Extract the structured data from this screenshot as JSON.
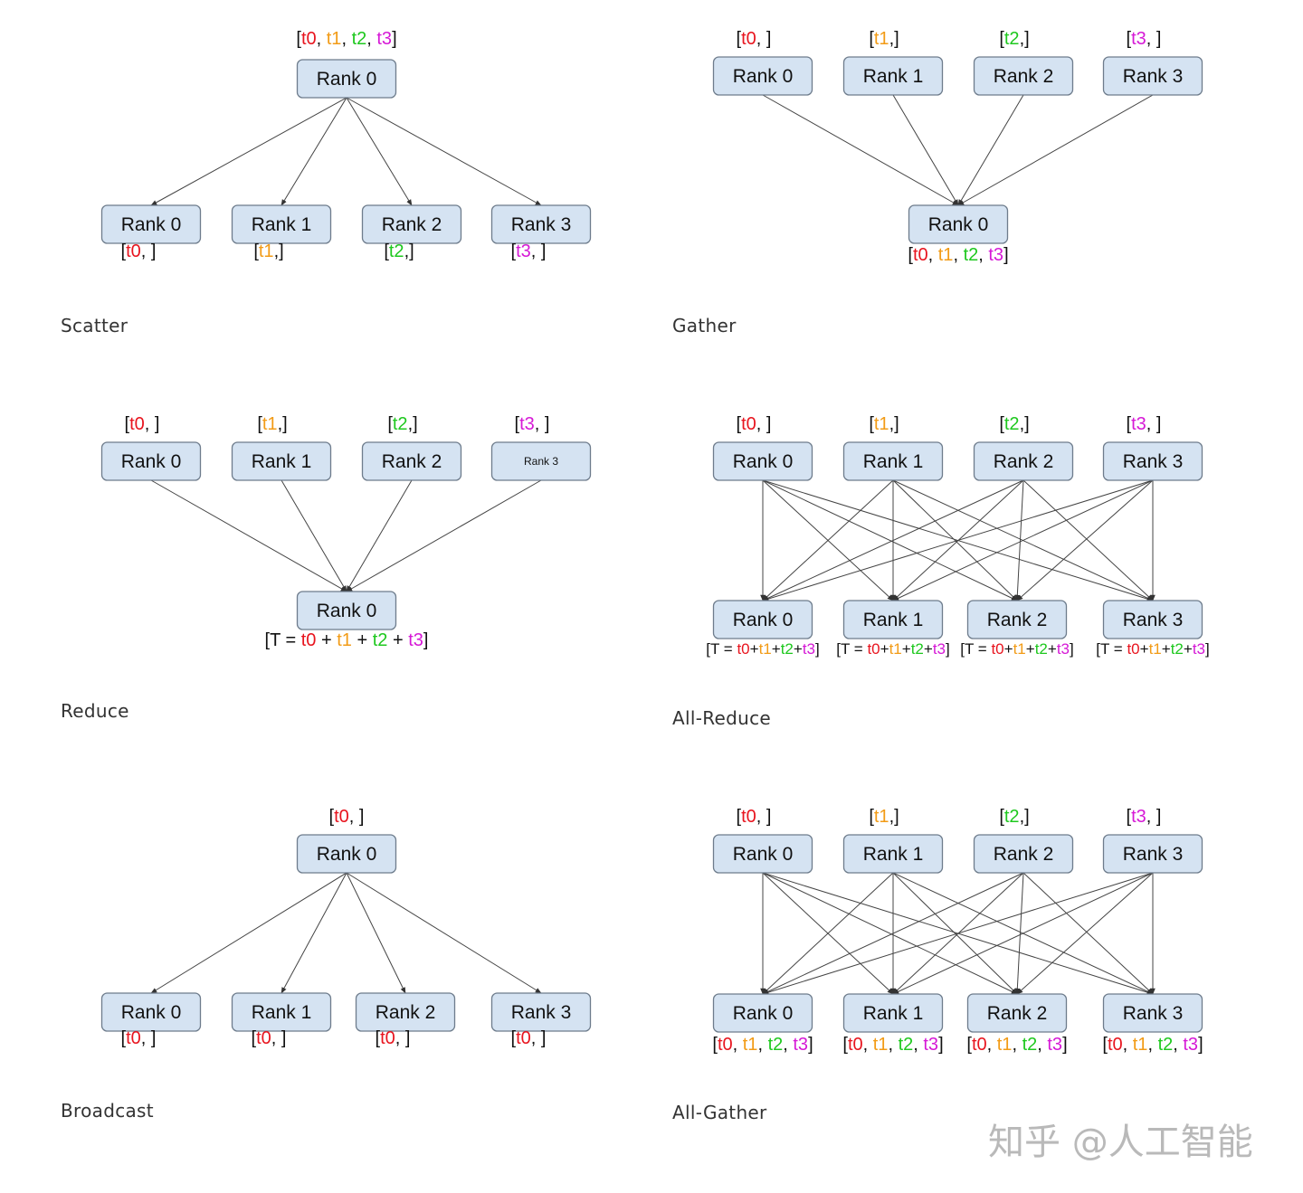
{
  "watermark": "知乎 @人工智能",
  "colors": {
    "t0": "#e8141e",
    "t1": "#f29b16",
    "t2": "#1ec81e",
    "t3": "#d618d6",
    "bracket": "#111111",
    "node_fill": "#d5e3f2",
    "node_stroke": "#6e7c8c",
    "edge": "#444444"
  },
  "diagrams": {
    "scatter": {
      "caption": "Scatter",
      "top": [
        {
          "label": "Rank 0",
          "tensor": [
            [
              "[",
              "b"
            ],
            [
              "t0",
              "t0"
            ],
            [
              ", ",
              "b"
            ],
            [
              "t1",
              "t1"
            ],
            [
              ", ",
              "b"
            ],
            [
              "t2",
              "t2"
            ],
            [
              ", ",
              "b"
            ],
            [
              "t3",
              "t3"
            ],
            [
              "]",
              "b"
            ]
          ]
        }
      ],
      "bottom": [
        {
          "label": "Rank 0",
          "tensor": [
            [
              "[",
              "b"
            ],
            [
              "t0",
              "t0"
            ],
            [
              ", ]",
              "b"
            ]
          ]
        },
        {
          "label": "Rank 1",
          "tensor": [
            [
              "[",
              "b"
            ],
            [
              "t1",
              "t1"
            ],
            [
              ",]",
              "b"
            ]
          ]
        },
        {
          "label": "Rank 2",
          "tensor": [
            [
              "[",
              "b"
            ],
            [
              "t2",
              "t2"
            ],
            [
              ",]",
              "b"
            ]
          ]
        },
        {
          "label": "Rank 3",
          "tensor": [
            [
              "[",
              "b"
            ],
            [
              "t3",
              "t3"
            ],
            [
              ", ]",
              "b"
            ]
          ]
        }
      ]
    },
    "gather": {
      "caption": "Gather",
      "top": [
        {
          "label": "Rank 0",
          "tensor": [
            [
              "[",
              "b"
            ],
            [
              "t0",
              "t0"
            ],
            [
              ", ]",
              "b"
            ]
          ]
        },
        {
          "label": "Rank 1",
          "tensor": [
            [
              "[",
              "b"
            ],
            [
              "t1",
              "t1"
            ],
            [
              ",]",
              "b"
            ]
          ]
        },
        {
          "label": "Rank 2",
          "tensor": [
            [
              "[",
              "b"
            ],
            [
              "t2",
              "t2"
            ],
            [
              ",]",
              "b"
            ]
          ]
        },
        {
          "label": "Rank 3",
          "tensor": [
            [
              "[",
              "b"
            ],
            [
              "t3",
              "t3"
            ],
            [
              ", ]",
              "b"
            ]
          ]
        }
      ],
      "bottom": [
        {
          "label": "Rank 0",
          "tensor": [
            [
              "[",
              "b"
            ],
            [
              "t0",
              "t0"
            ],
            [
              ", ",
              "b"
            ],
            [
              "t1",
              "t1"
            ],
            [
              ", ",
              "b"
            ],
            [
              "t2",
              "t2"
            ],
            [
              ", ",
              "b"
            ],
            [
              "t3",
              "t3"
            ],
            [
              "]",
              "b"
            ]
          ]
        }
      ]
    },
    "reduce": {
      "caption": "Reduce",
      "top": [
        {
          "label": "Rank 0",
          "tensor": [
            [
              "[",
              "b"
            ],
            [
              "t0",
              "t0"
            ],
            [
              ", ]",
              "b"
            ]
          ]
        },
        {
          "label": "Rank 1",
          "tensor": [
            [
              "[",
              "b"
            ],
            [
              "t1",
              "t1"
            ],
            [
              ",]",
              "b"
            ]
          ]
        },
        {
          "label": "Rank 2",
          "tensor": [
            [
              "[",
              "b"
            ],
            [
              "t2",
              "t2"
            ],
            [
              ",]",
              "b"
            ]
          ]
        },
        {
          "label": "Rank 3",
          "tensor": [
            [
              "[",
              "b"
            ],
            [
              "t3",
              "t3"
            ],
            [
              ", ]",
              "b"
            ]
          ]
        }
      ],
      "bottom": [
        {
          "label": "Rank 0",
          "tensor": [
            [
              "[T = ",
              "b"
            ],
            [
              "t0",
              "t0"
            ],
            [
              " + ",
              "b"
            ],
            [
              "t1",
              "t1"
            ],
            [
              " + ",
              "b"
            ],
            [
              "t2",
              "t2"
            ],
            [
              " + ",
              "b"
            ],
            [
              "t3",
              "t3"
            ],
            [
              "]",
              "b"
            ]
          ]
        }
      ]
    },
    "allreduce": {
      "caption": "All-Reduce",
      "top": [
        {
          "label": "Rank 0",
          "tensor": [
            [
              "[",
              "b"
            ],
            [
              "t0",
              "t0"
            ],
            [
              ", ]",
              "b"
            ]
          ]
        },
        {
          "label": "Rank 1",
          "tensor": [
            [
              "[",
              "b"
            ],
            [
              "t1",
              "t1"
            ],
            [
              ",]",
              "b"
            ]
          ]
        },
        {
          "label": "Rank 2",
          "tensor": [
            [
              "[",
              "b"
            ],
            [
              "t2",
              "t2"
            ],
            [
              ",]",
              "b"
            ]
          ]
        },
        {
          "label": "Rank 3",
          "tensor": [
            [
              "[",
              "b"
            ],
            [
              "t3",
              "t3"
            ],
            [
              ", ]",
              "b"
            ]
          ]
        }
      ],
      "bottom": [
        {
          "label": "Rank 0",
          "tensor": [
            [
              "[T = ",
              "b"
            ],
            [
              "t0",
              "t0"
            ],
            [
              "+",
              "b"
            ],
            [
              "t1",
              "t1"
            ],
            [
              "+",
              "b"
            ],
            [
              "t2",
              "t2"
            ],
            [
              "+",
              "b"
            ],
            [
              "t3",
              "t3"
            ],
            [
              "]",
              "b"
            ]
          ]
        },
        {
          "label": "Rank 1",
          "tensor": [
            [
              "[T = ",
              "b"
            ],
            [
              "t0",
              "t0"
            ],
            [
              "+",
              "b"
            ],
            [
              "t1",
              "t1"
            ],
            [
              "+",
              "b"
            ],
            [
              "t2",
              "t2"
            ],
            [
              "+",
              "b"
            ],
            [
              "t3",
              "t3"
            ],
            [
              "]",
              "b"
            ]
          ]
        },
        {
          "label": "Rank 2",
          "tensor": [
            [
              "[T = ",
              "b"
            ],
            [
              "t0",
              "t0"
            ],
            [
              "+",
              "b"
            ],
            [
              "t1",
              "t1"
            ],
            [
              "+",
              "b"
            ],
            [
              "t2",
              "t2"
            ],
            [
              "+",
              "b"
            ],
            [
              "t3",
              "t3"
            ],
            [
              "]",
              "b"
            ]
          ]
        },
        {
          "label": "Rank 3",
          "tensor": [
            [
              "[T = ",
              "b"
            ],
            [
              "t0",
              "t0"
            ],
            [
              "+",
              "b"
            ],
            [
              "t1",
              "t1"
            ],
            [
              "+",
              "b"
            ],
            [
              "t2",
              "t2"
            ],
            [
              "+",
              "b"
            ],
            [
              "t3",
              "t3"
            ],
            [
              "]",
              "b"
            ]
          ]
        }
      ]
    },
    "broadcast": {
      "caption": "Broadcast",
      "top": [
        {
          "label": "Rank 0",
          "tensor": [
            [
              "[",
              "b"
            ],
            [
              "t0",
              "t0"
            ],
            [
              ", ]",
              "b"
            ]
          ]
        }
      ],
      "bottom": [
        {
          "label": "Rank 0",
          "tensor": [
            [
              "[",
              "b"
            ],
            [
              "t0",
              "t0"
            ],
            [
              ", ]",
              "b"
            ]
          ]
        },
        {
          "label": "Rank 1",
          "tensor": [
            [
              "[",
              "b"
            ],
            [
              "t0",
              "t0"
            ],
            [
              ", ]",
              "b"
            ]
          ]
        },
        {
          "label": "Rank 2",
          "tensor": [
            [
              "[",
              "b"
            ],
            [
              "t0",
              "t0"
            ],
            [
              ", ]",
              "b"
            ]
          ]
        },
        {
          "label": "Rank 3",
          "tensor": [
            [
              "[",
              "b"
            ],
            [
              "t0",
              "t0"
            ],
            [
              ", ]",
              "b"
            ]
          ]
        }
      ]
    },
    "allgather": {
      "caption": "All-Gather",
      "top": [
        {
          "label": "Rank 0",
          "tensor": [
            [
              "[",
              "b"
            ],
            [
              "t0",
              "t0"
            ],
            [
              ", ]",
              "b"
            ]
          ]
        },
        {
          "label": "Rank 1",
          "tensor": [
            [
              "[",
              "b"
            ],
            [
              "t1",
              "t1"
            ],
            [
              ",]",
              "b"
            ]
          ]
        },
        {
          "label": "Rank 2",
          "tensor": [
            [
              "[",
              "b"
            ],
            [
              "t2",
              "t2"
            ],
            [
              ",]",
              "b"
            ]
          ]
        },
        {
          "label": "Rank 3",
          "tensor": [
            [
              "[",
              "b"
            ],
            [
              "t3",
              "t3"
            ],
            [
              ", ]",
              "b"
            ]
          ]
        }
      ],
      "bottom": [
        {
          "label": "Rank 0",
          "tensor": [
            [
              "[",
              "b"
            ],
            [
              "t0",
              "t0"
            ],
            [
              ", ",
              "b"
            ],
            [
              "t1",
              "t1"
            ],
            [
              ", ",
              "b"
            ],
            [
              "t2",
              "t2"
            ],
            [
              ", ",
              "b"
            ],
            [
              "t3",
              "t3"
            ],
            [
              "]",
              "b"
            ]
          ]
        },
        {
          "label": "Rank 1",
          "tensor": [
            [
              "[",
              "b"
            ],
            [
              "t0",
              "t0"
            ],
            [
              ", ",
              "b"
            ],
            [
              "t1",
              "t1"
            ],
            [
              ", ",
              "b"
            ],
            [
              "t2",
              "t2"
            ],
            [
              ", ",
              "b"
            ],
            [
              "t3",
              "t3"
            ],
            [
              "]",
              "b"
            ]
          ]
        },
        {
          "label": "Rank 2",
          "tensor": [
            [
              "[",
              "b"
            ],
            [
              "t0",
              "t0"
            ],
            [
              ", ",
              "b"
            ],
            [
              "t1",
              "t1"
            ],
            [
              ", ",
              "b"
            ],
            [
              "t2",
              "t2"
            ],
            [
              ", ",
              "b"
            ],
            [
              "t3",
              "t3"
            ],
            [
              "]",
              "b"
            ]
          ]
        },
        {
          "label": "Rank 3",
          "tensor": [
            [
              "[",
              "b"
            ],
            [
              "t0",
              "t0"
            ],
            [
              ", ",
              "b"
            ],
            [
              "t1",
              "t1"
            ],
            [
              ", ",
              "b"
            ],
            [
              "t2",
              "t2"
            ],
            [
              ", ",
              "b"
            ],
            [
              "t3",
              "t3"
            ],
            [
              "]",
              "b"
            ]
          ]
        }
      ]
    }
  }
}
